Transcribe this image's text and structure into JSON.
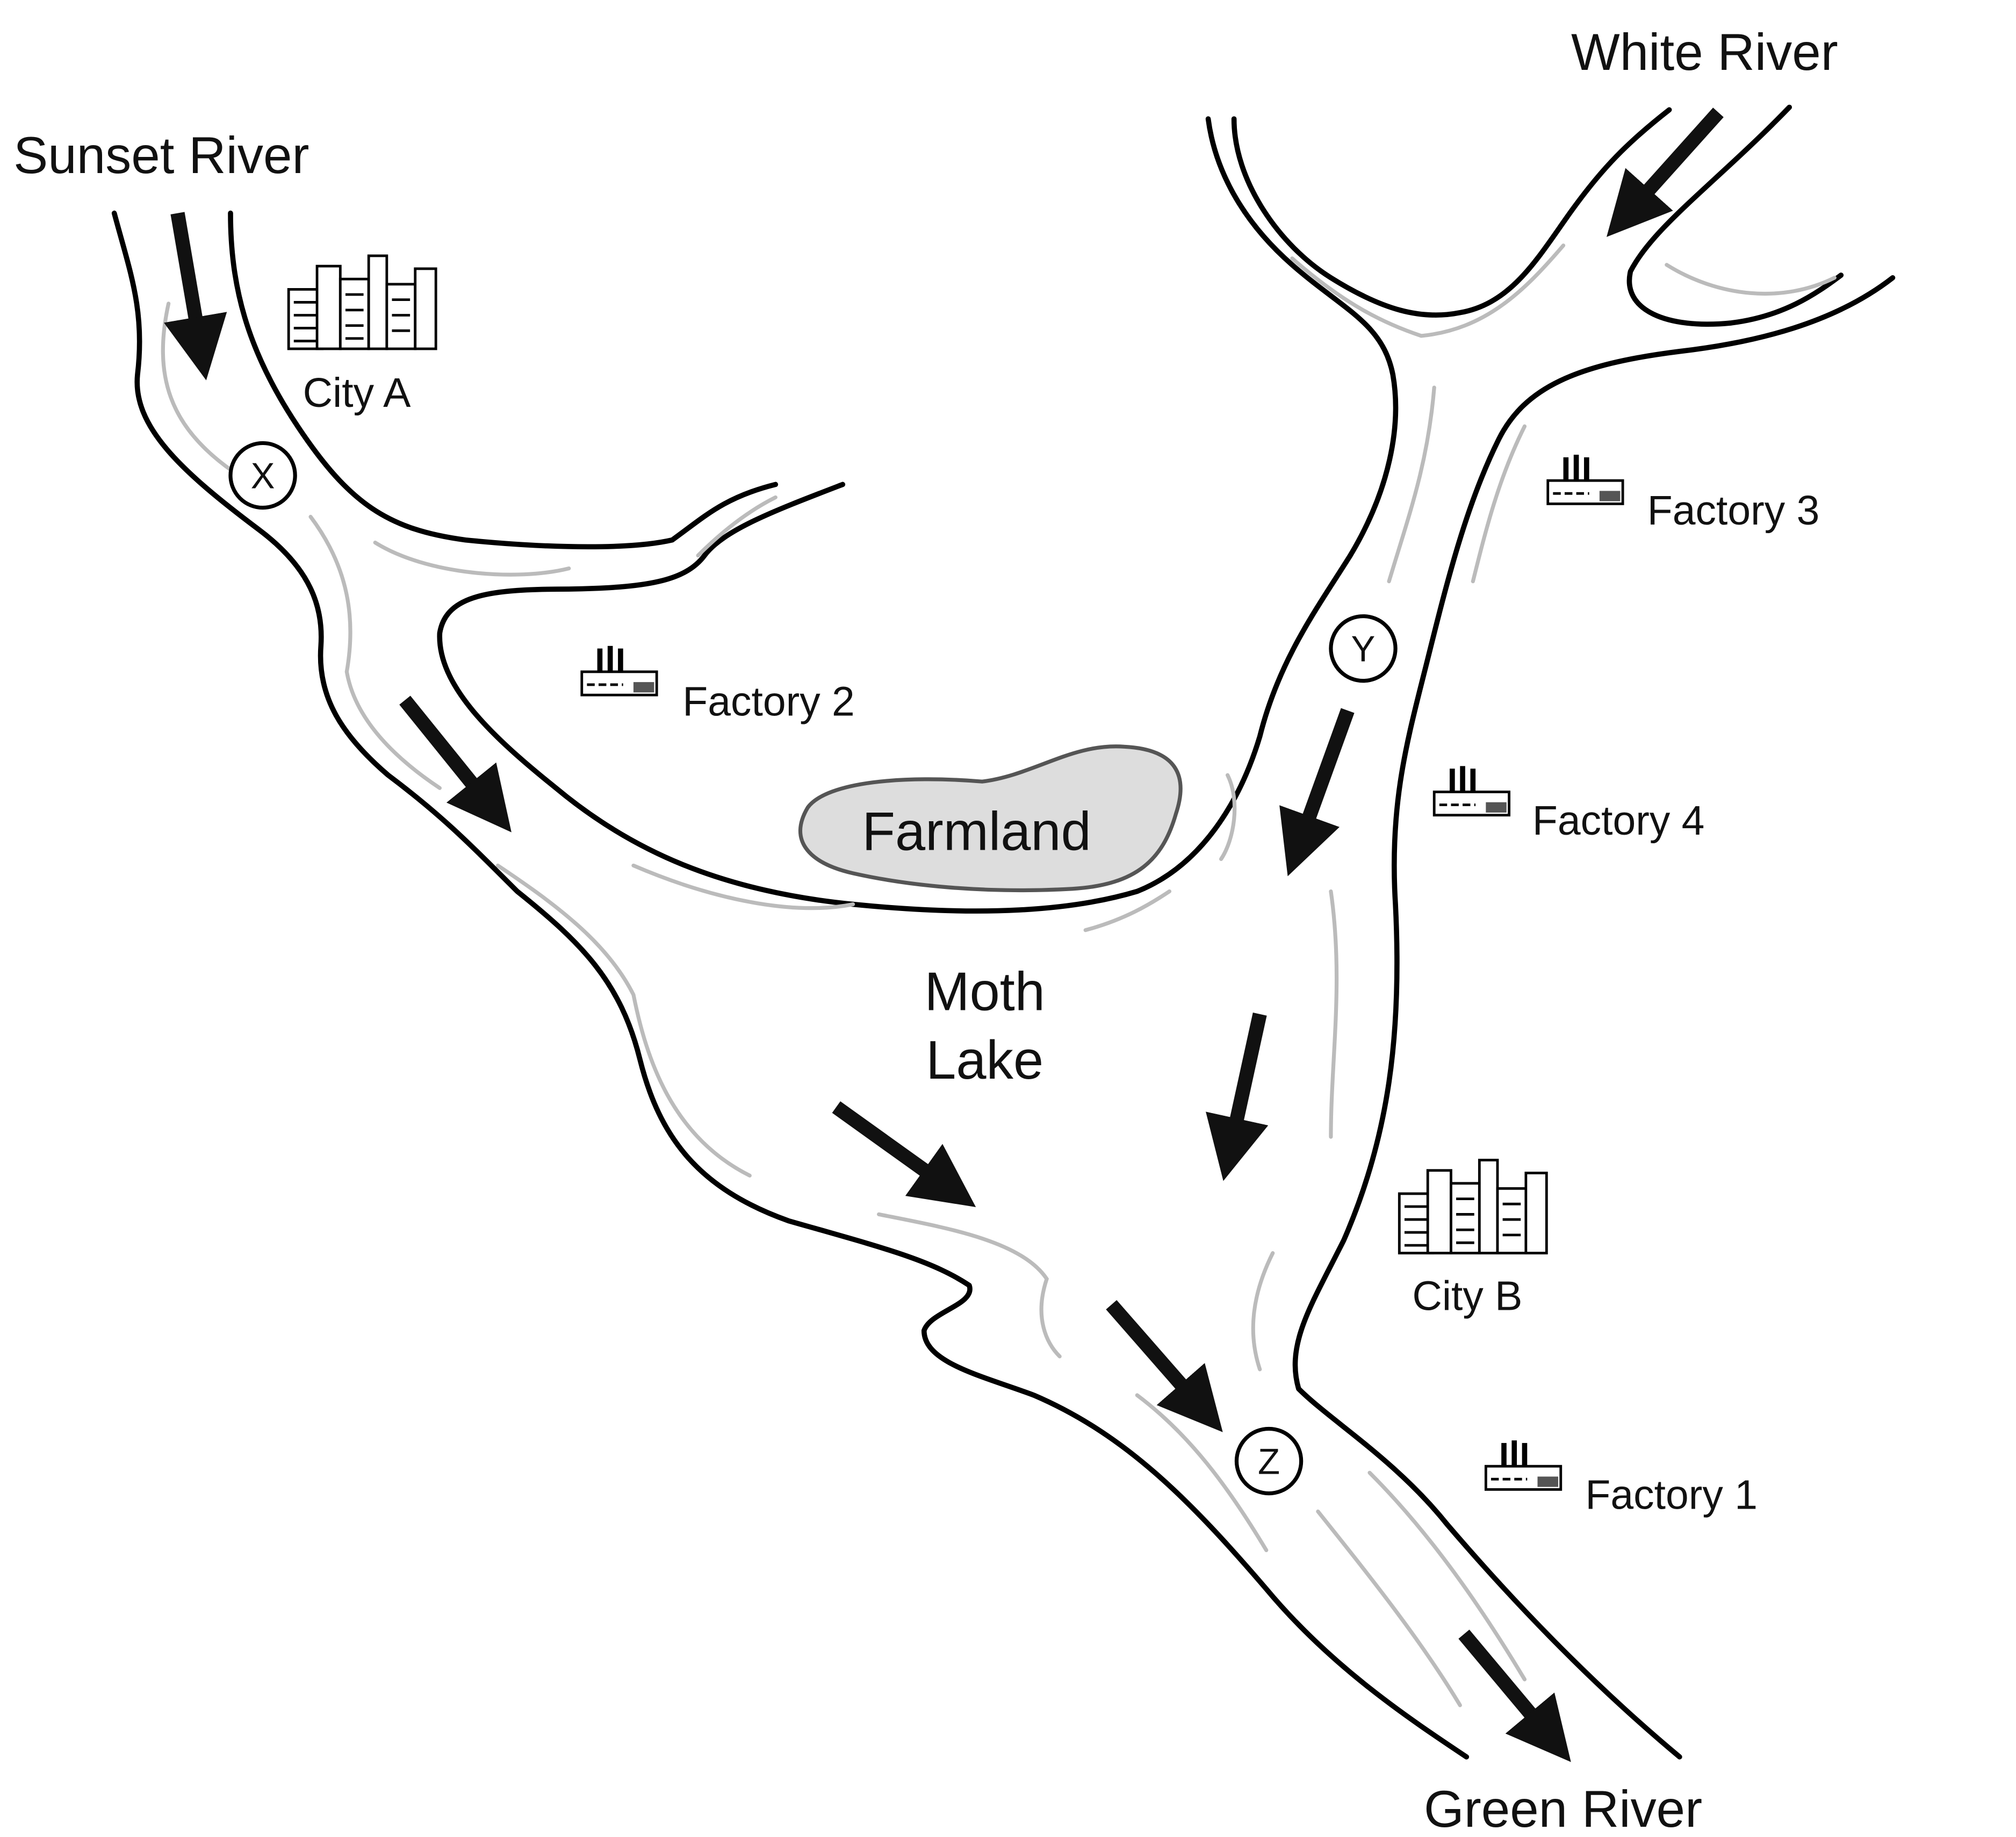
{
  "rivers": {
    "sunset": "Sunset River",
    "white": "White River",
    "green": "Green River"
  },
  "places": {
    "city_a": "City A",
    "city_b": "City B",
    "factory_1": "Factory 1",
    "factory_2": "Factory 2",
    "factory_3": "Factory 3",
    "factory_4": "Factory 4",
    "farmland": "Farmland",
    "lake_line1": "Moth",
    "lake_line2": "Lake"
  },
  "points": {
    "x": "X",
    "y": "Y",
    "z": "Z"
  }
}
